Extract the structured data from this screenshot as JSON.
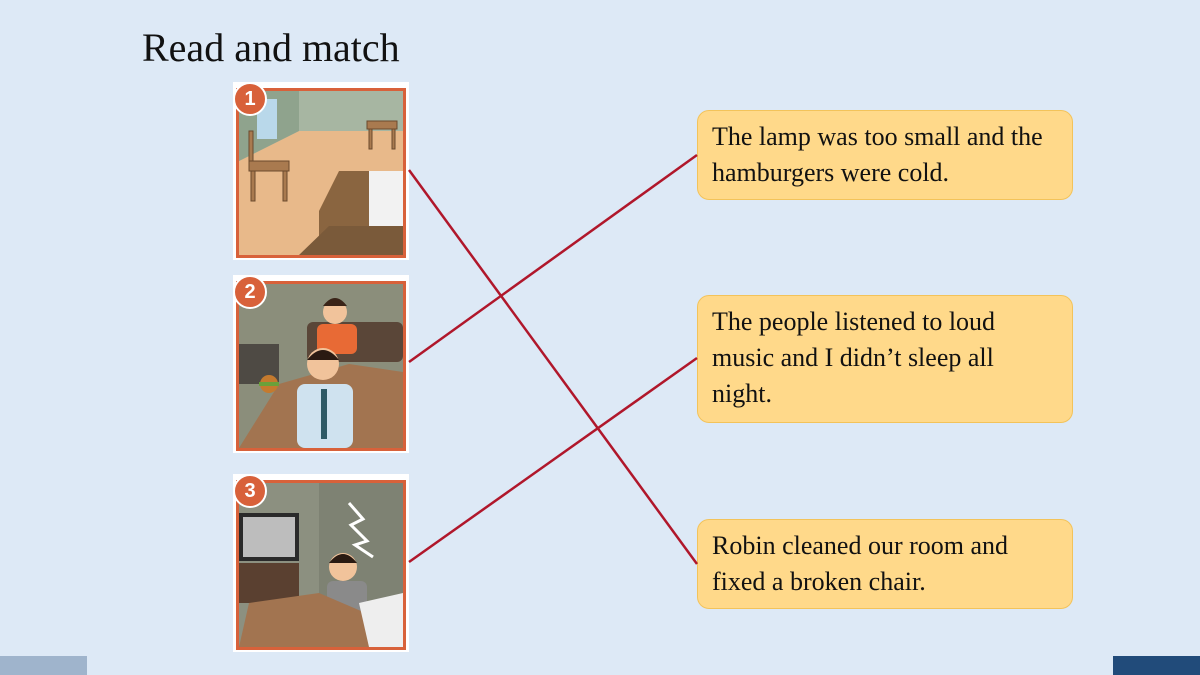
{
  "title": "Read and match",
  "pictures": [
    {
      "number": "1",
      "scene": "empty-room"
    },
    {
      "number": "2",
      "scene": "man-with-hamburger"
    },
    {
      "number": "3",
      "scene": "man-noisy-tv"
    }
  ],
  "sentences": [
    "The lamp was too small and the hamburgers were cold.",
    "The people listened to loud music and I didn’t sleep all night.",
    "Robin cleaned our room and fixed a broken chair."
  ],
  "matches": [
    {
      "picture": 1,
      "sentence": 3
    },
    {
      "picture": 2,
      "sentence": 1
    },
    {
      "picture": 3,
      "sentence": 2
    }
  ],
  "colors": {
    "background": "#dde9f6",
    "card_fill": "#ffd98a",
    "card_border": "#f3c35a",
    "frame": "#d8613a",
    "match_line": "#b0172b"
  }
}
